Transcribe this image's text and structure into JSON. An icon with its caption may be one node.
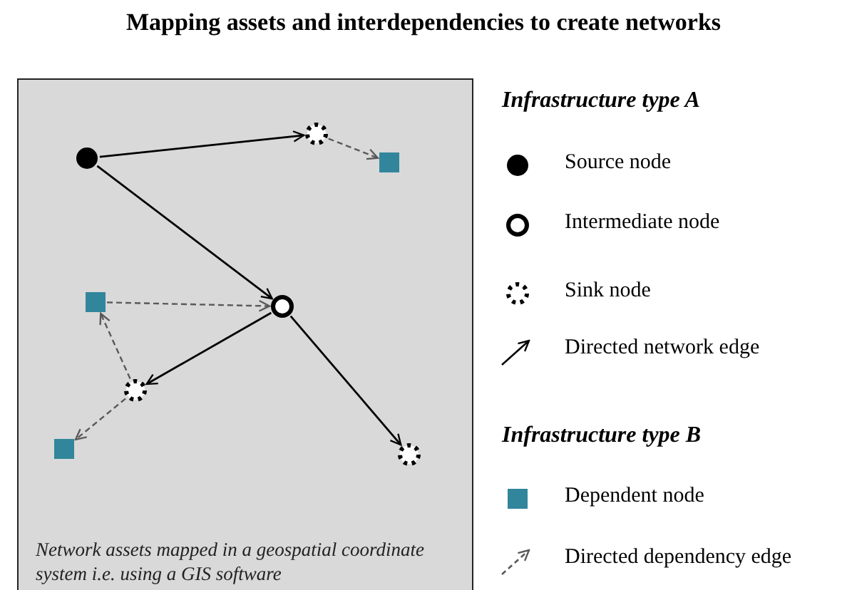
{
  "diagram": {
    "title": "Mapping assets and interdependencies to create networks",
    "nodes": [
      {
        "text": [
          "Network assets mapped in a geospatial coordinate system i.e. using a GIS software"
        ]
      },
      {
        "text": [],
        "shape": "circle",
        "in": 0
      },
      {
        "text": [],
        "shape": "dotted-circle",
        "in": 0
      },
      {
        "text": [],
        "shape": "box",
        "in": 0
      },
      {
        "text": [],
        "shape": "box",
        "in": 0
      },
      {
        "text": [],
        "shape": "ring",
        "in": 0
      },
      {
        "text": [],
        "shape": "dotted-circle",
        "in": 0
      },
      {
        "text": [],
        "shape": "box",
        "in": 0
      },
      {
        "text": [],
        "shape": "dotted-circle",
        "in": 0
      }
    ],
    "edges": [
      {
        "from": 1,
        "to": 2,
        "arrow": "to"
      },
      {
        "from": 1,
        "to": 5,
        "arrow": "to"
      },
      {
        "from": 2,
        "to": 3,
        "arrow": "to",
        "style": "dashed",
        "color": "#595959"
      },
      {
        "from": 4,
        "to": 5,
        "arrow": "to",
        "style": "dashed",
        "color": "#595959"
      },
      {
        "from": 5,
        "to": 6,
        "arrow": "to"
      },
      {
        "from": 5,
        "to": 8,
        "arrow": "to"
      },
      {
        "from": 6,
        "to": 4,
        "arrow": "to",
        "style": "dashed",
        "color": "#595959"
      },
      {
        "from": 6,
        "to": 7,
        "arrow": "to",
        "style": "dashed",
        "color": "#595959"
      }
    ],
    "labels": [
      "Infrastructure type A",
      "Infrastructure type B"
    ],
    "legend": [
      {
        "text": "Source node"
      },
      {
        "text": "Intermediate node"
      },
      {
        "text": "Sink node"
      },
      {
        "text": "Directed network edge"
      },
      {
        "text": "Dependent node",
        "color": "#31869b"
      },
      {
        "text": "Directed dependency edge"
      }
    ]
  }
}
